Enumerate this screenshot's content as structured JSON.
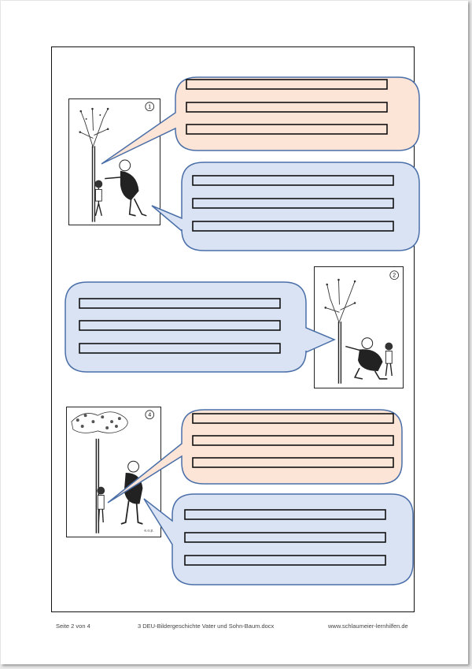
{
  "document": {
    "footer": {
      "page": "Seite 2 von 4",
      "filename": "3 DEU-Bildergeschichte Vater und Sohn-Baum.docx",
      "website": "www.schlaumeier-lernhilfen.de"
    },
    "panel_numbers": [
      "1",
      "2",
      "4"
    ],
    "colors": {
      "peach_fill": "#fce4d6",
      "blue_fill": "#dae3f3",
      "bubble_stroke": "#4a6fa8",
      "line_box_stroke": "#111111"
    }
  }
}
